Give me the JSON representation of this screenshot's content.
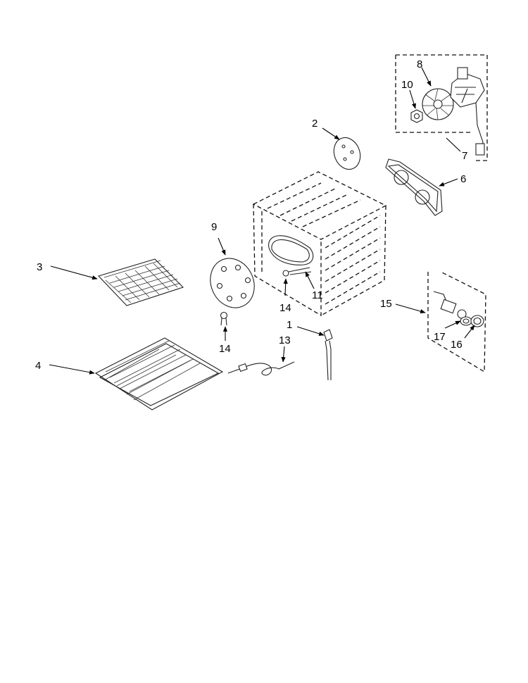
{
  "callouts": {
    "c1": "1",
    "c2": "2",
    "c3": "3",
    "c4": "4",
    "c6": "6",
    "c7": "7",
    "c8": "8",
    "c9": "9",
    "c10": "10",
    "c11": "11",
    "c13": "13",
    "c14a": "14",
    "c14b": "14",
    "c15": "15",
    "c16": "16",
    "c17": "17"
  },
  "colors": {
    "line": "#222222",
    "background": "#ffffff"
  }
}
